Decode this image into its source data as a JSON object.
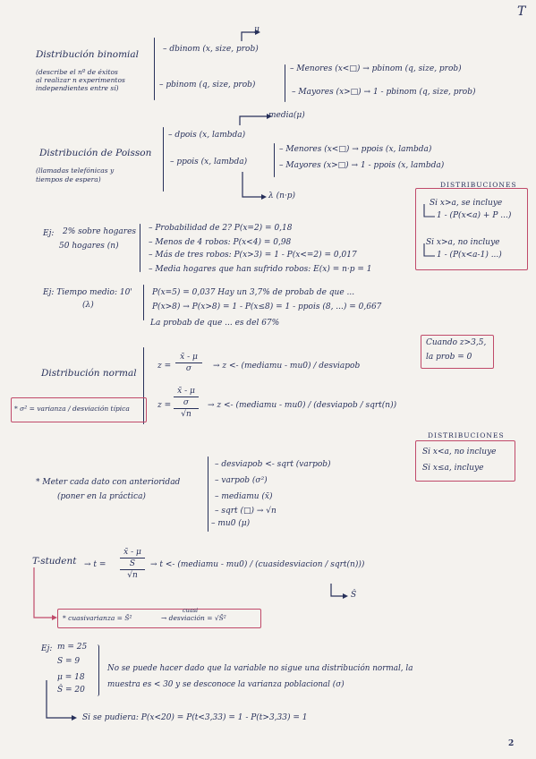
{
  "corner_mark": "T",
  "page_number": "2",
  "binomial": {
    "title": "Distribución binomial",
    "desc": [
      "(describe el nº de éxitos",
      "al realizar n experimentos",
      "independientes entre sí)"
    ],
    "mu": "μ",
    "dbinom": "– dbinom (x, size, prob)",
    "pbinom": "– pbinom (q, size, prob)",
    "menores": "– Menores (x<□) → pbinom (q, size, prob)",
    "mayores": "– Mayores (x>□) → 1 - pbinom (q, size, prob)"
  },
  "poisson": {
    "media": "media(μ)",
    "title": "Distribución de Poisson",
    "desc": [
      "(llamadas telefónicas y",
      "tiempos de espera)"
    ],
    "dpois": "– dpois (x, lambda)",
    "ppois": "– ppois (x, lambda)",
    "menores": "– Menores (x<□) → ppois (x, lambda)",
    "mayores": "– Mayores (x>□) → 1 - ppois (x, lambda)",
    "lambda_np": "λ (n·p)"
  },
  "dist_box_1": {
    "title": "DISTRIBUCIONES",
    "line1": "Si x>a, se incluye",
    "line2": "1 - (P(x<a) + P ...)",
    "line3": "Si x>a, no incluye",
    "line4": "1 - (P(x<a-1) ...)"
  },
  "example1": {
    "label": "Ej:",
    "given1": "2% sobre hogares",
    "given2": "50 hogares (n)",
    "l1": "– Probabilidad de 2? P(x=2) = 0,18",
    "l2": "– Menos de 4 robos: P(x<4) = 0,98",
    "l3": "– Más de tres robos: P(x>3) = 1 - P(x<=2) = 0,017",
    "l4": "– Media hogares que han sufrido robos: E(x) = n·p = 1"
  },
  "example2": {
    "label": "Ej: Tiempo medio: 10'",
    "lambda": "(λ)",
    "l1": "P(x=5) = 0,037  Hay un 3,7% de probab de que ...",
    "l2": "P(x>8) → P(x>8) = 1 - P(x≤8) = 1 - ppois (8, ...) = 0,667",
    "l3": "La probab de que ... es del 67%"
  },
  "cuando_box": {
    "line1": "Cuando z>3,5,",
    "line2": "la prob = 0"
  },
  "normal": {
    "title": "Distribución normal",
    "z_num": "x̄ - μ",
    "z_den": "σ",
    "z_rhs": "→ z <- (mediamu - mu0) / desviapob",
    "z2_num": "x̄ - μ",
    "z2_den_top": "σ",
    "z2_den_bottom": "√n",
    "z2_rhs": "→ z <- (mediamu - mu0) / (desviapob / sqrt(n))",
    "sigma_note": "* σ² = varianza / desviación típica"
  },
  "dist_box_2": {
    "title": "DISTRIBUCIONES",
    "line1": "Si x<a, no incluye",
    "line2": "Si x≤a, incluye"
  },
  "meter": {
    "title": "* Meter cada dato con anterioridad",
    "subtitle": "(poner en la práctica)",
    "l1": "– desviapob <- sqrt (varpob)",
    "l2": "– varpob (σ²)",
    "l3": "– mediamu (x̄)",
    "l4": "– sqrt (□) → √n",
    "l5": "– mu0 (μ)"
  },
  "tstudent": {
    "title": "T-student",
    "t_eq": "→ t =",
    "t_num": "x̄ - μ",
    "t_den_top": "S",
    "t_den_bottom": "√n",
    "t_rhs": "→ t <- (mediamu - mu0) / (cuasidesviacion / sqrt(n)))",
    "s_symbol": "Ŝ",
    "cuasi": "* cuasivarianza = Ŝ²",
    "cuasi_desv_top": "cuasi",
    "cuasi_desv": "→ desviación = √Ŝ²"
  },
  "example3": {
    "label": "Ej:",
    "m": "m = 25",
    "s": "S = 9",
    "mu": "μ = 18",
    "sdev": "Ŝ = 20",
    "note1": "No se puede hacer dado que la variable no sigue una distribución normal, la",
    "note2": "muestra es < 30 y se desconoce la varianza poblacional (σ)",
    "result": "Si se pudiera: P(x<20) = P(t<3,33) = 1 - P(t>3,33) = 1"
  }
}
